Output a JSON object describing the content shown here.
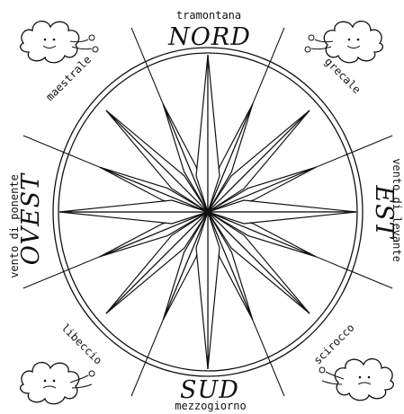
{
  "cardinals": {
    "north": "NORD",
    "south": "SUD",
    "east": "EST",
    "west": "OVEST"
  },
  "winds": {
    "north": "tramontana",
    "south": "mezzogiorno",
    "east": "vento di levante",
    "west": "vento di ponente",
    "northeast": "grecale",
    "northwest": "maestrale",
    "southeast": "scirocco",
    "southwest": "libeccio"
  },
  "colors": {
    "ink": "#111111",
    "paper": "#ffffff"
  }
}
